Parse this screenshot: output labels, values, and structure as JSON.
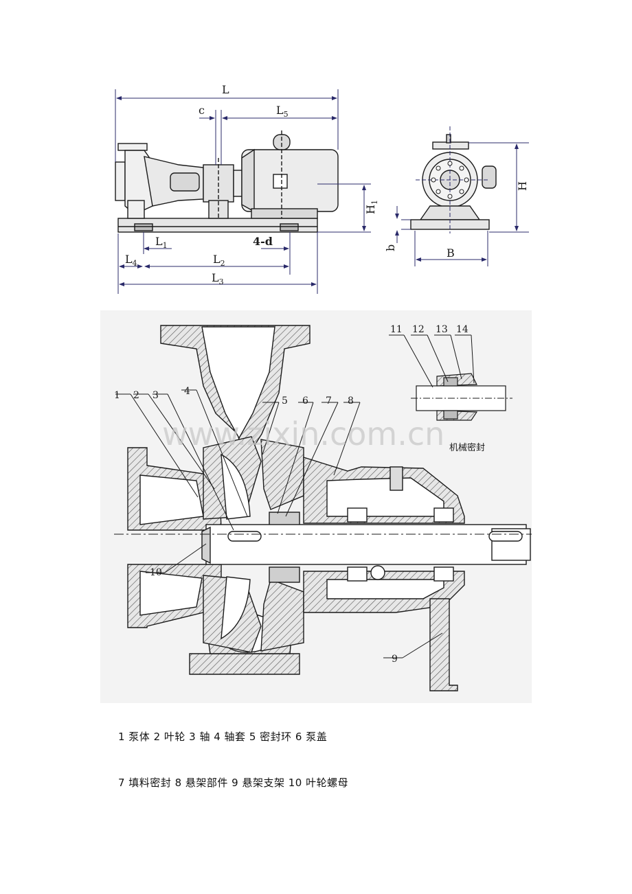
{
  "top_drawing": {
    "dims": {
      "L": "L",
      "c": "c",
      "L5": "L",
      "L5_sub": "5",
      "H1": "H",
      "H1_sub": "1",
      "L1": "L",
      "L1_sub": "1",
      "four_d": "4-d",
      "L4": "L",
      "L4_sub": "4",
      "L2": "L",
      "L2_sub": "2",
      "L3": "L",
      "L3_sub": "3",
      "H": "H",
      "b": "b",
      "B": "B"
    }
  },
  "section_drawing": {
    "callouts": [
      "1",
      "2",
      "3",
      "4",
      "5",
      "6",
      "7",
      "8",
      "9",
      "10"
    ],
    "seal_callouts": [
      "11",
      "12",
      "13",
      "14"
    ],
    "seal_label": "机械密封",
    "watermark": "www.zixin.com.cn"
  },
  "captions": [
    "1 泵体 2 叶轮 3 轴 4 轴套 5 密封环 6 泵盖",
    "7 填料密封 8 悬架部件 9 悬架支架 10 叶轮螺母"
  ],
  "colors": {
    "ink": "#1a1a1a",
    "dim_line": "#2a2a6a",
    "section_bg": "#f3f3f3",
    "hatch": "#444444",
    "watermark": "#c8c8c8"
  }
}
